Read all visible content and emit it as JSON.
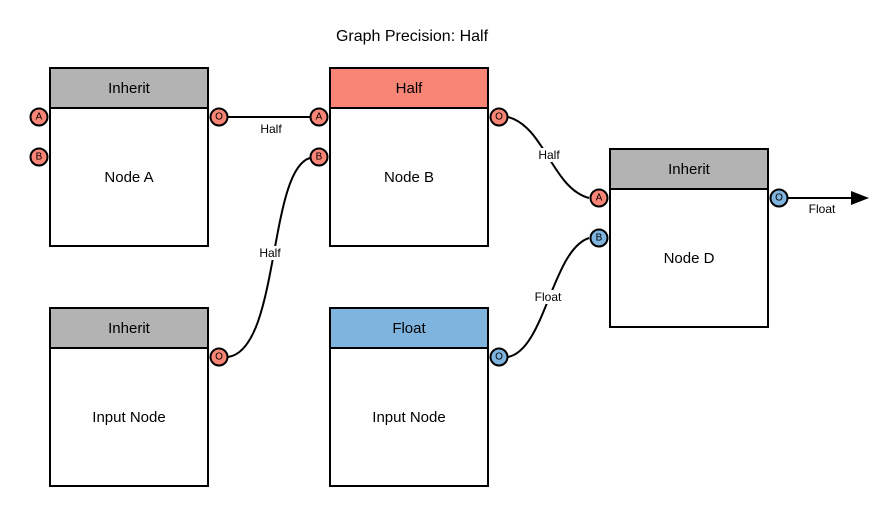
{
  "title": "Graph Precision: Half",
  "colors": {
    "inherit_header": "#B3B3B3",
    "half_color": "#F88575",
    "float_color": "#7FB4DF",
    "stroke": "#000000",
    "background": "#FFFFFF"
  },
  "nodes": [
    {
      "name": "Node A",
      "header": "Inherit",
      "ports": [
        {
          "letter": "A",
          "type": "half"
        },
        {
          "letter": "B",
          "type": "half"
        },
        {
          "letter": "O",
          "type": "half"
        }
      ]
    },
    {
      "name": "Node B",
      "header": "Half",
      "ports": [
        {
          "letter": "A",
          "type": "half"
        },
        {
          "letter": "B",
          "type": "half"
        },
        {
          "letter": "O",
          "type": "half"
        }
      ]
    },
    {
      "name": "Node D",
      "header": "Inherit",
      "ports": [
        {
          "letter": "A",
          "type": "half"
        },
        {
          "letter": "B",
          "type": "float"
        },
        {
          "letter": "O",
          "type": "float"
        }
      ]
    },
    {
      "name": "Input Node",
      "header": "Inherit",
      "ports": [
        {
          "letter": "O",
          "type": "half"
        }
      ]
    },
    {
      "name": "Input Node",
      "header": "Float",
      "ports": [
        {
          "letter": "O",
          "type": "float"
        }
      ]
    }
  ],
  "edges": [
    {
      "label": "Half",
      "from": "Node A.O",
      "to": "Node B.A"
    },
    {
      "label": "Half",
      "from": "Input Node(Inherit).O",
      "to": "Node B.B"
    },
    {
      "label": "Half",
      "from": "Node B.O",
      "to": "Node D.A"
    },
    {
      "label": "Float",
      "from": "Input Node(Float).O",
      "to": "Node D.B"
    },
    {
      "label": "Float",
      "from": "Node D.O",
      "to": "graph output arrow"
    }
  ]
}
